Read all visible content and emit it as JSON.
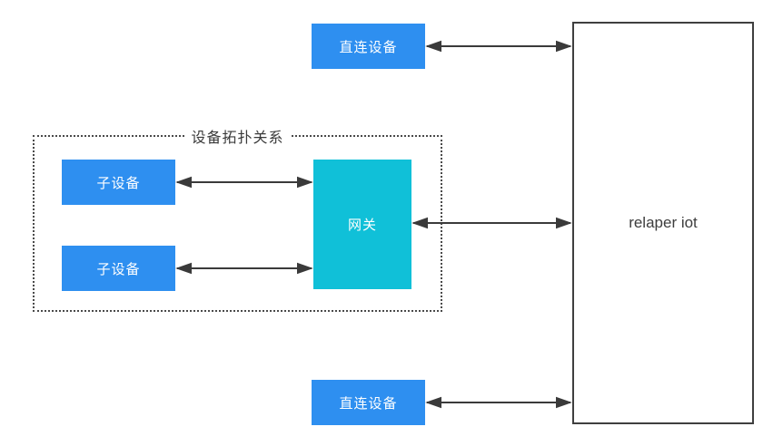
{
  "diagram": {
    "group_title": "设备拓扑关系",
    "nodes": {
      "direct_device_top": {
        "label": "直连设备",
        "fill": "#2e8ff0",
        "text_color": "#ffffff"
      },
      "direct_device_bottom": {
        "label": "直连设备",
        "fill": "#2e8ff0",
        "text_color": "#ffffff"
      },
      "sub_device_1": {
        "label": "子设备",
        "fill": "#2e8ff0",
        "text_color": "#ffffff"
      },
      "sub_device_2": {
        "label": "子设备",
        "fill": "#2e8ff0",
        "text_color": "#ffffff"
      },
      "gateway": {
        "label": "网关",
        "fill": "#10c0d8",
        "text_color": "#ffffff"
      },
      "platform": {
        "label": "relaper iot",
        "fill": "#ffffff",
        "text_color": "#3d3d3d",
        "border_color": "#3f3f3f"
      }
    },
    "edges": [
      {
        "from": "直连设备 (top)",
        "to": "relaper iot",
        "direction": "bidirectional"
      },
      {
        "from": "子设备 (upper)",
        "to": "网关",
        "direction": "bidirectional"
      },
      {
        "from": "子设备 (lower)",
        "to": "网关",
        "direction": "bidirectional"
      },
      {
        "from": "网关",
        "to": "relaper iot",
        "direction": "bidirectional"
      },
      {
        "from": "直连设备 (bottom)",
        "to": "relaper iot",
        "direction": "bidirectional"
      }
    ],
    "colors": {
      "background": "#ffffff",
      "device_fill": "#2e8ff0",
      "gateway_fill": "#10c0d8",
      "arrow": "#3a3a3a",
      "group_border": "#4a4a4a",
      "label_text": "#3a3a3a"
    }
  }
}
